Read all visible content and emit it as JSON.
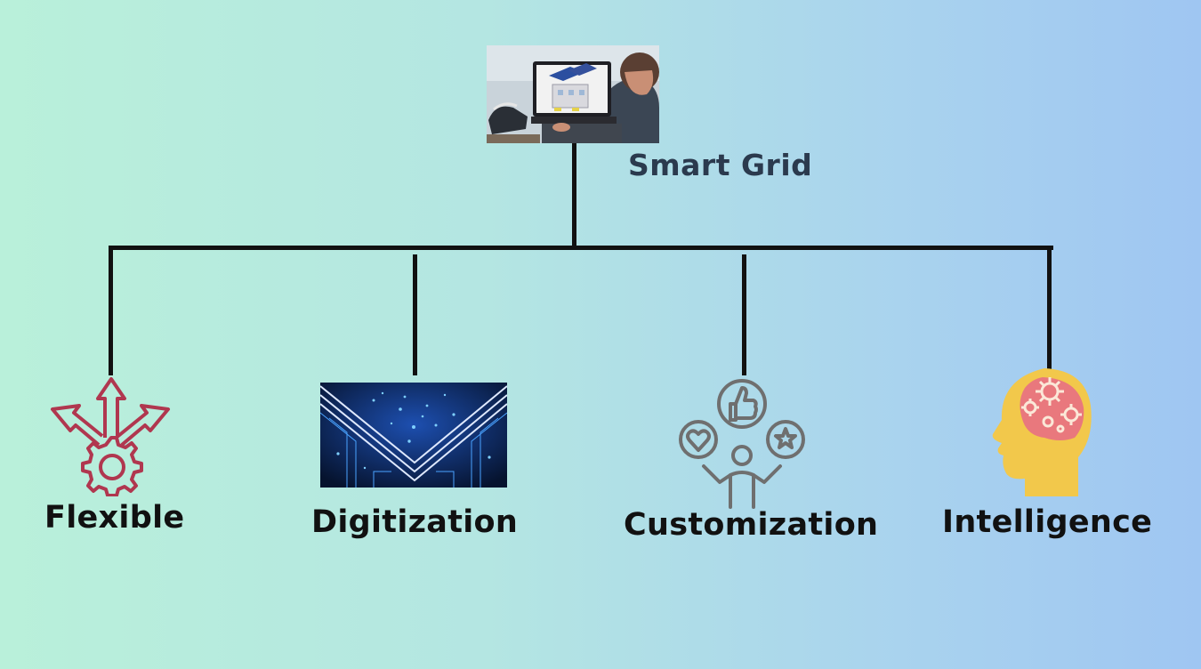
{
  "diagram": {
    "root": {
      "title": "Smart Grid",
      "image": "person-at-laptop-with-solar-building-photo"
    },
    "children": [
      {
        "label": "Flexible",
        "icon": "arrows-from-gear-icon",
        "icon_color": "#b0374f"
      },
      {
        "label": "Digitization",
        "icon": "circuit-board-image",
        "icon_color": "#1e6fd9"
      },
      {
        "label": "Customization",
        "icon": "person-with-like-heart-star-icon",
        "icon_color": "#6f6f6f"
      },
      {
        "label": "Intelligence",
        "icon": "head-with-gears-icon",
        "icon_color": "#f2c84b"
      }
    ],
    "connector_color": "#111111"
  }
}
